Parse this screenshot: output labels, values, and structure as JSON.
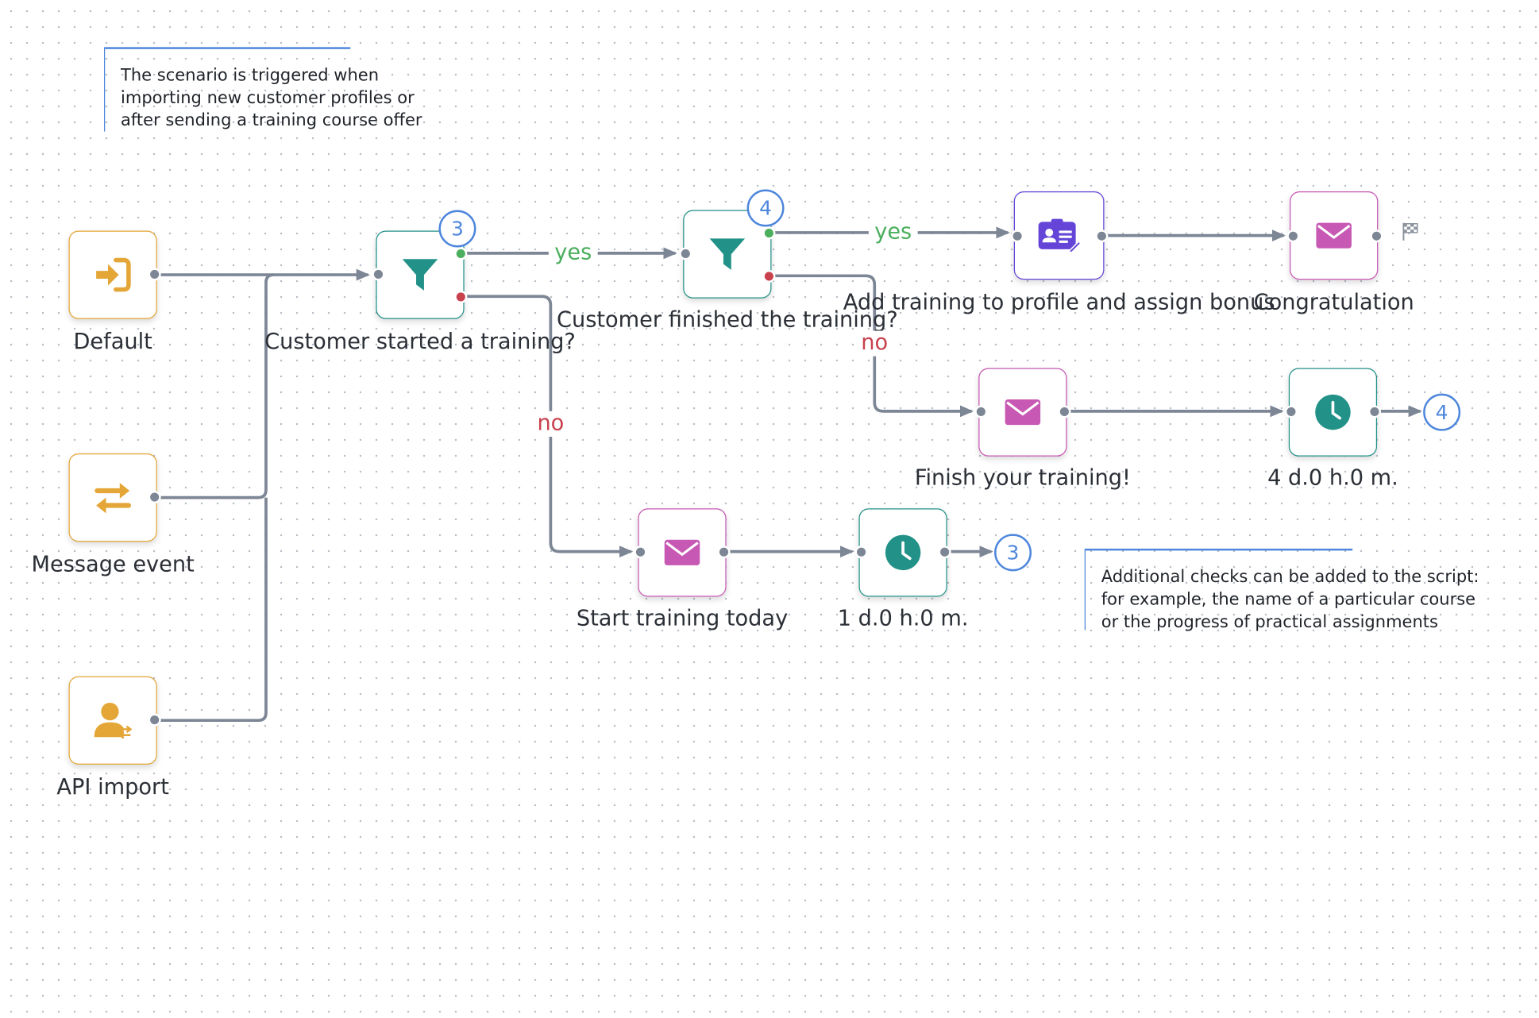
{
  "colors": {
    "trigger": "#e4a637",
    "filter": "#229188",
    "email": "#c758b3",
    "profile": "#6445d8",
    "wire": "#7d8695",
    "yes": "#4caf5e",
    "no": "#c8424e",
    "badge": "#4d86dc"
  },
  "notes": {
    "top": [
      "The scenario is triggered when",
      "importing new customer profiles or",
      "after sending a training course offer"
    ],
    "bottom": [
      "Additional checks can be added to the script:",
      "for example, the name of a particular course",
      "or the progress of practical assignments"
    ]
  },
  "triggers": {
    "default": {
      "label": "Default",
      "icon": "sign-in-icon"
    },
    "message_event": {
      "label": "Message event",
      "icon": "exchange-arrows-icon"
    },
    "api_import": {
      "label": "API import",
      "icon": "user-sync-icon"
    }
  },
  "filters": {
    "started": {
      "label": "Customer started a training?",
      "badge": "3",
      "icon": "funnel-icon"
    },
    "finished": {
      "label": "Customer finished the training?",
      "badge": "4",
      "icon": "funnel-icon"
    }
  },
  "actions": {
    "add_profile": {
      "label": "Add training to profile and assign bonus",
      "icon": "profile-card-icon"
    },
    "congratulation": {
      "label": "Congratulation",
      "icon": "envelope-icon"
    },
    "finish_training": {
      "label": "Finish your training!",
      "icon": "envelope-icon"
    },
    "start_today": {
      "label": "Start training today",
      "icon": "envelope-icon"
    }
  },
  "delays": {
    "delay_4d": {
      "label": "4 d.0 h.0 m.",
      "icon": "clock-icon"
    },
    "delay_1d": {
      "label": "1 d.0 h.0 m.",
      "icon": "clock-icon"
    }
  },
  "jumps": {
    "to_filter_4": "4",
    "to_filter_3": "3"
  },
  "branches": {
    "yes": "yes",
    "no": "no"
  },
  "end_icon": "finish-flag-icon"
}
